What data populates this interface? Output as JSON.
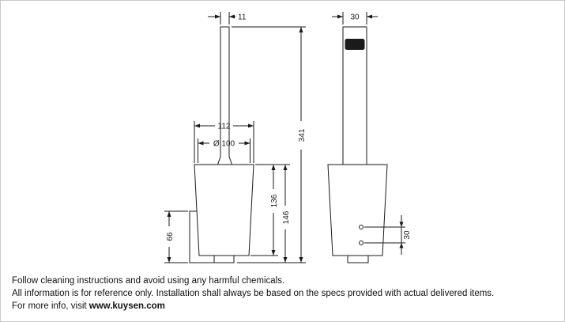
{
  "page": {
    "background": "#ffffff",
    "border_color": "#c9c9c9",
    "line_color": "#1a1a1a"
  },
  "drawing": {
    "description": "Technical dimension drawing of a wall-mounted toilet brush holder, front view (left) and side view (right)",
    "views": [
      "front-view",
      "side-view"
    ],
    "dims": {
      "handle_width": "11",
      "bar_depth": "30",
      "overall_height": "341",
      "cup_width": "112",
      "cup_diameter": "Ø 100",
      "cup_inner_height": "136",
      "cup_outer_height": "146",
      "bracket_height": "66",
      "hole_spacing": "30"
    }
  },
  "footer": {
    "line1": "Follow cleaning instructions and avoid using any harmful chemicals.",
    "line2": "All information is for reference only. Installation shall always be based on the specs provided with actual delivered items.",
    "line3_prefix": "For more info, visit ",
    "line3_link": "www.kuysen.com"
  }
}
